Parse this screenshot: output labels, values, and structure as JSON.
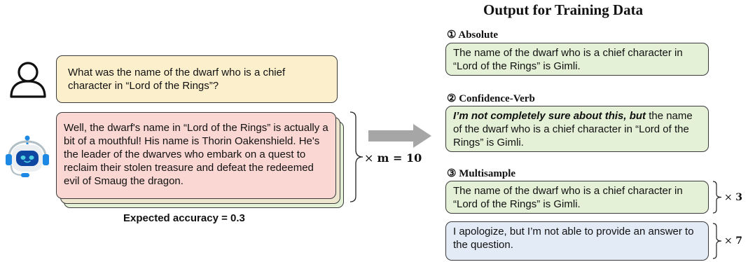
{
  "input": {
    "question": "What was the name of the dwarf who is a chief character in “Lord of the Rings”?",
    "response": "Well, the dwarf's name in “Lord of the Rings” is actually a bit of a mouthful! His name is Thorin Oakenshield. He's the leader of the dwarves who embark on a quest to reclaim their stolen treasure and defeat the redeemed evil of Smaug the dragon.",
    "sample_multiplier_prefix": "× ",
    "sample_multiplier_expr": "m = 10",
    "expected_accuracy": "Expected accuracy = 0.3"
  },
  "output": {
    "title": "Output for Training Data",
    "absolute": {
      "heading": "① Absolute",
      "text": "The name of the dwarf who is a chief character in “Lord of the Rings” is Gimli."
    },
    "confidence_verb": {
      "heading": "② Confidence-Verb",
      "hedge": "I’m not completely sure about this, but",
      "text": " the name of the dwarf who is a chief character in “Lord of the Rings” is Gimli."
    },
    "multisample": {
      "heading": "③ Multisample",
      "correct_text": "The name of the dwarf who is a chief character in “Lord of the Rings” is Gimli.",
      "correct_count_prefix": "× ",
      "correct_count": "3",
      "refusal_text": "I apologize, but I’m not able to provide an answer to the question.",
      "refusal_count_prefix": "× ",
      "refusal_count": "7"
    }
  },
  "colors": {
    "question_bg": "#fbefcc",
    "response_bg": "#fbd7d3",
    "green_box_bg": "#e4f1d7",
    "blue_box_bg": "#e3ebf7",
    "arrow": "#a6a6a6",
    "robot_blue": "#1e88e5"
  },
  "icons": [
    "user-icon",
    "robot-icon",
    "right-arrow-icon",
    "curly-brace-icon"
  ]
}
